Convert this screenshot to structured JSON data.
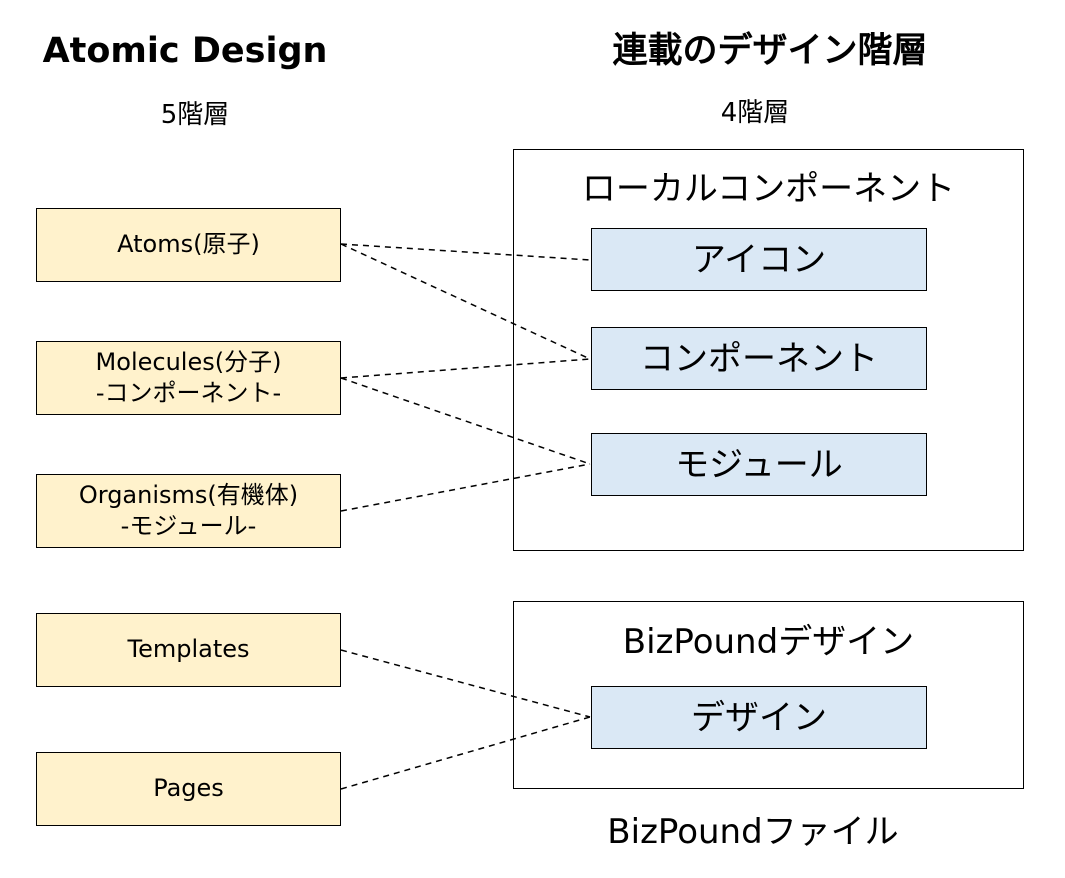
{
  "left_column": {
    "title": "Atomic Design",
    "subtitle": "5階層",
    "boxes": [
      {
        "line1": "Atoms(原子)",
        "line2": ""
      },
      {
        "line1": "Molecules(分子)",
        "line2": "-コンポーネント-"
      },
      {
        "line1": "Organisms(有機体)",
        "line2": "-モジュール-"
      },
      {
        "line1": "Templates",
        "line2": ""
      },
      {
        "line1": "Pages",
        "line2": ""
      }
    ]
  },
  "right_column": {
    "title": "連載のデザイン階層",
    "subtitle": "4階層",
    "local_group": {
      "title": "ローカルコンポーネント",
      "items": [
        "アイコン",
        "コンポーネント",
        "モジュール"
      ]
    },
    "bizpound_group": {
      "title": "BizPoundデザイン",
      "items": [
        "デザイン"
      ]
    },
    "footer": "BizPoundファイル"
  },
  "connections": [
    {
      "from": "Atoms(原子)",
      "to": "アイコン"
    },
    {
      "from": "Atoms(原子)",
      "to": "コンポーネント"
    },
    {
      "from": "Molecules(分子)",
      "to": "コンポーネント"
    },
    {
      "from": "Molecules(分子)",
      "to": "モジュール"
    },
    {
      "from": "Organisms(有機体)",
      "to": "モジュール"
    },
    {
      "from": "Templates",
      "to": "デザイン"
    },
    {
      "from": "Pages",
      "to": "デザイン"
    }
  ],
  "colors": {
    "left_box_fill": "#fff2cc",
    "right_item_fill": "#dae8f5",
    "stroke": "#000000"
  }
}
